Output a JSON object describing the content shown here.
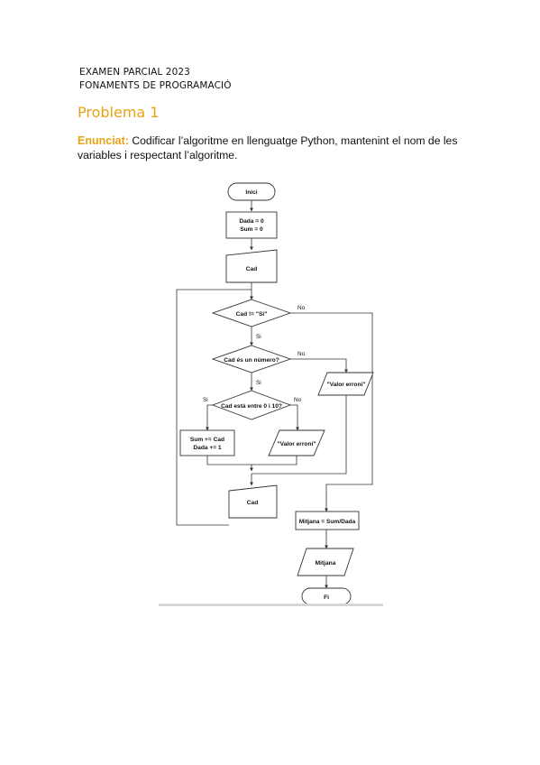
{
  "header": {
    "line1": "EXAMEN PARCIAL 2023",
    "line2": "FONAMENTS DE PROGRAMACIÓ"
  },
  "problem": {
    "title": "Problema 1",
    "statement_label": "Enunciat:",
    "statement_text": "Codificar l’algoritme en llenguatge Python, mantenint el nom de les variables i respectant l’algoritme."
  },
  "flowchart": {
    "start": "Inici",
    "init_line1": "Dada = 0",
    "init_line2": "Sum = 0",
    "input1": "Cad",
    "cond_loop": "Cad != \"Si\"",
    "cond_number": "Cad és un número?",
    "cond_range": "Cad està entre 0 i 10?",
    "sum_line1": "Sum += Cad",
    "sum_line2": "Dada += 1",
    "error1": "\"Valor erroni\"",
    "error2": "\"Valor erroni\"",
    "input2": "Cad",
    "mean": "Mitjana = Sum/Dada",
    "output": "Mitjana",
    "end": "Fi",
    "label_yes1": "Si",
    "label_no1": "No",
    "label_yes2": "Si",
    "label_no2": "No",
    "label_yes3": "Si",
    "label_no3": "No"
  }
}
